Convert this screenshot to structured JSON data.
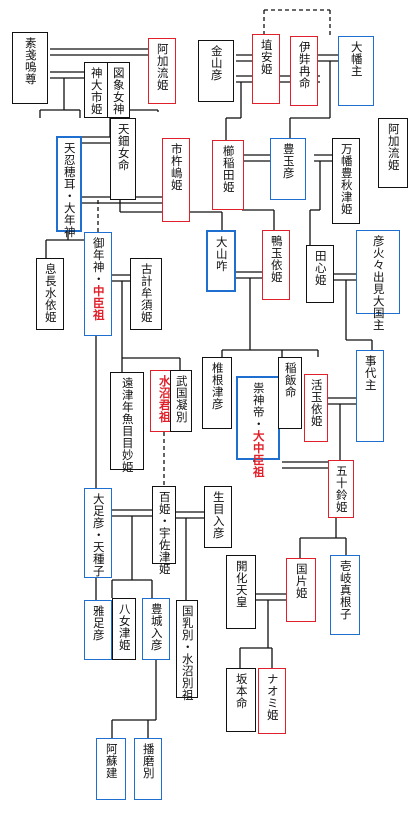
{
  "nodes": {
    "susanoo": {
      "text": "素戔嗚尊",
      "color": "black"
    },
    "akaru_l": {
      "text": "阿加流姫",
      "color": "red"
    },
    "zushome": {
      "text": "図象女神",
      "color": "black"
    },
    "kamuoichi": {
      "text": "神大市姫",
      "color": "black"
    },
    "amanokamame": {
      "text": "天鈿女命",
      "color": "black"
    },
    "oshihomimi": {
      "text": "天忍穂耳・大年神",
      "color": "blue"
    },
    "ichikishima": {
      "text": "市杵嶋姫",
      "color": "red"
    },
    "kanayama": {
      "text": "金山彦",
      "color": "black"
    },
    "haniyasu": {
      "text": "埴安姫",
      "color": "red"
    },
    "izanami": {
      "text": "伊弉冉命",
      "color": "red"
    },
    "ohirume": {
      "text": "大幡主",
      "color": "blue"
    },
    "akaru_r": {
      "text": "阿加流姫",
      "color": "black"
    },
    "kushinada": {
      "text": "櫛稲田姫",
      "color": "red"
    },
    "toyotama": {
      "text": "豊玉彦",
      "color": "blue"
    },
    "yorozuhata": {
      "text": "万幡豊秋津姫",
      "color": "black"
    },
    "okinaga": {
      "text": "息長水依姫",
      "color": "black"
    },
    "mitoshi": {
      "text": "御年神・中臣祖",
      "color": "blue",
      "highlight": "中臣祖"
    },
    "kokesu": {
      "text": "古計牟須姫",
      "color": "black"
    },
    "oyamakui": {
      "text": "大山咋",
      "color": "blue"
    },
    "tamayori": {
      "text": "鴨玉依姫",
      "color": "red"
    },
    "takoko": {
      "text": "田心姫",
      "color": "black"
    },
    "hikohohodemi": {
      "text": "彦火々出見大国主",
      "color": "blue"
    },
    "totsunuo": {
      "text": "遠津年魚目目妙姫",
      "color": "black"
    },
    "minumakimi": {
      "text": "水沼君祖",
      "color": "red",
      "highlight": "水沼君祖"
    },
    "takeminako": {
      "text": "武国凝別",
      "color": "black"
    },
    "kaneritsuhiko": {
      "text": "椎根津彦",
      "color": "black"
    },
    "sujin": {
      "text": "祟神帝・大中臣祖",
      "color": "blue",
      "highlight": "大中臣祖"
    },
    "inaimo": {
      "text": "稲飯命",
      "color": "black"
    },
    "katamayori": {
      "text": "活玉依姫",
      "color": "red"
    },
    "kotoshiro": {
      "text": "事代主",
      "color": "blue"
    },
    "isuzu": {
      "text": "五十鈴姫",
      "color": "red"
    },
    "otarashi": {
      "text": "大足彦・天種子",
      "color": "blue"
    },
    "momohime": {
      "text": "百姫・宇佐津姫",
      "color": "black"
    },
    "ikume": {
      "text": "生目入彦",
      "color": "black"
    },
    "kaika": {
      "text": "開化天皇",
      "color": "black"
    },
    "katasu": {
      "text": "国片姫",
      "color": "red"
    },
    "ikimane": {
      "text": "壱岐真根子",
      "color": "blue"
    },
    "wakatarashi": {
      "text": "雅足彦",
      "color": "blue"
    },
    "yametsu": {
      "text": "八女津姫",
      "color": "black"
    },
    "toyoki": {
      "text": "豊城入彦",
      "color": "blue"
    },
    "kunichiwake": {
      "text": "国乳別・水沼別祖",
      "color": "black"
    },
    "sakamoto": {
      "text": "坂本命",
      "color": "black"
    },
    "naomi": {
      "text": "ナオミ姫",
      "color": "red"
    },
    "asotate": {
      "text": "阿蘇建",
      "color": "blue"
    },
    "harimawake": {
      "text": "播磨別",
      "color": "blue"
    }
  }
}
